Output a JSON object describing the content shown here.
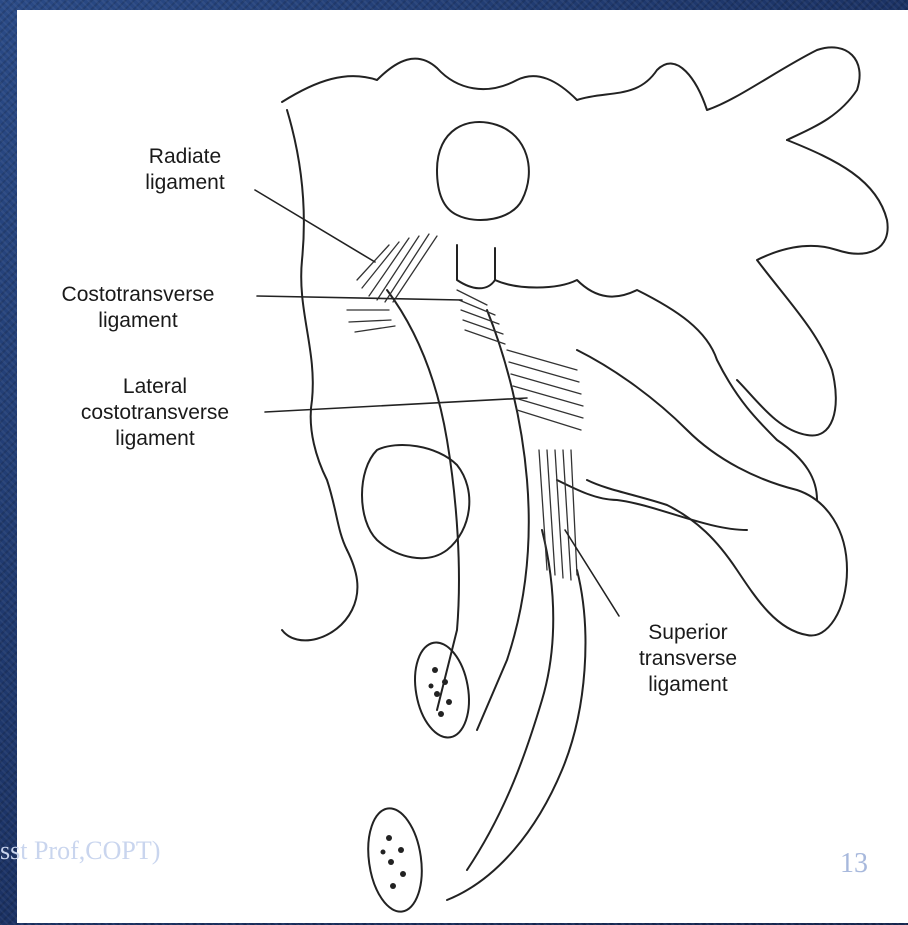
{
  "diagram": {
    "labels": {
      "radiate": "Radiate\nligament",
      "costotransverse": "Costotransverse\nligament",
      "lateral_costotransverse": "Lateral\ncostotransverse\nligament",
      "superior_transverse": "Superior\ntransverse\nligament"
    }
  },
  "footer": {
    "author_fragment": "sst Prof,COPT)",
    "page_number": "13"
  }
}
